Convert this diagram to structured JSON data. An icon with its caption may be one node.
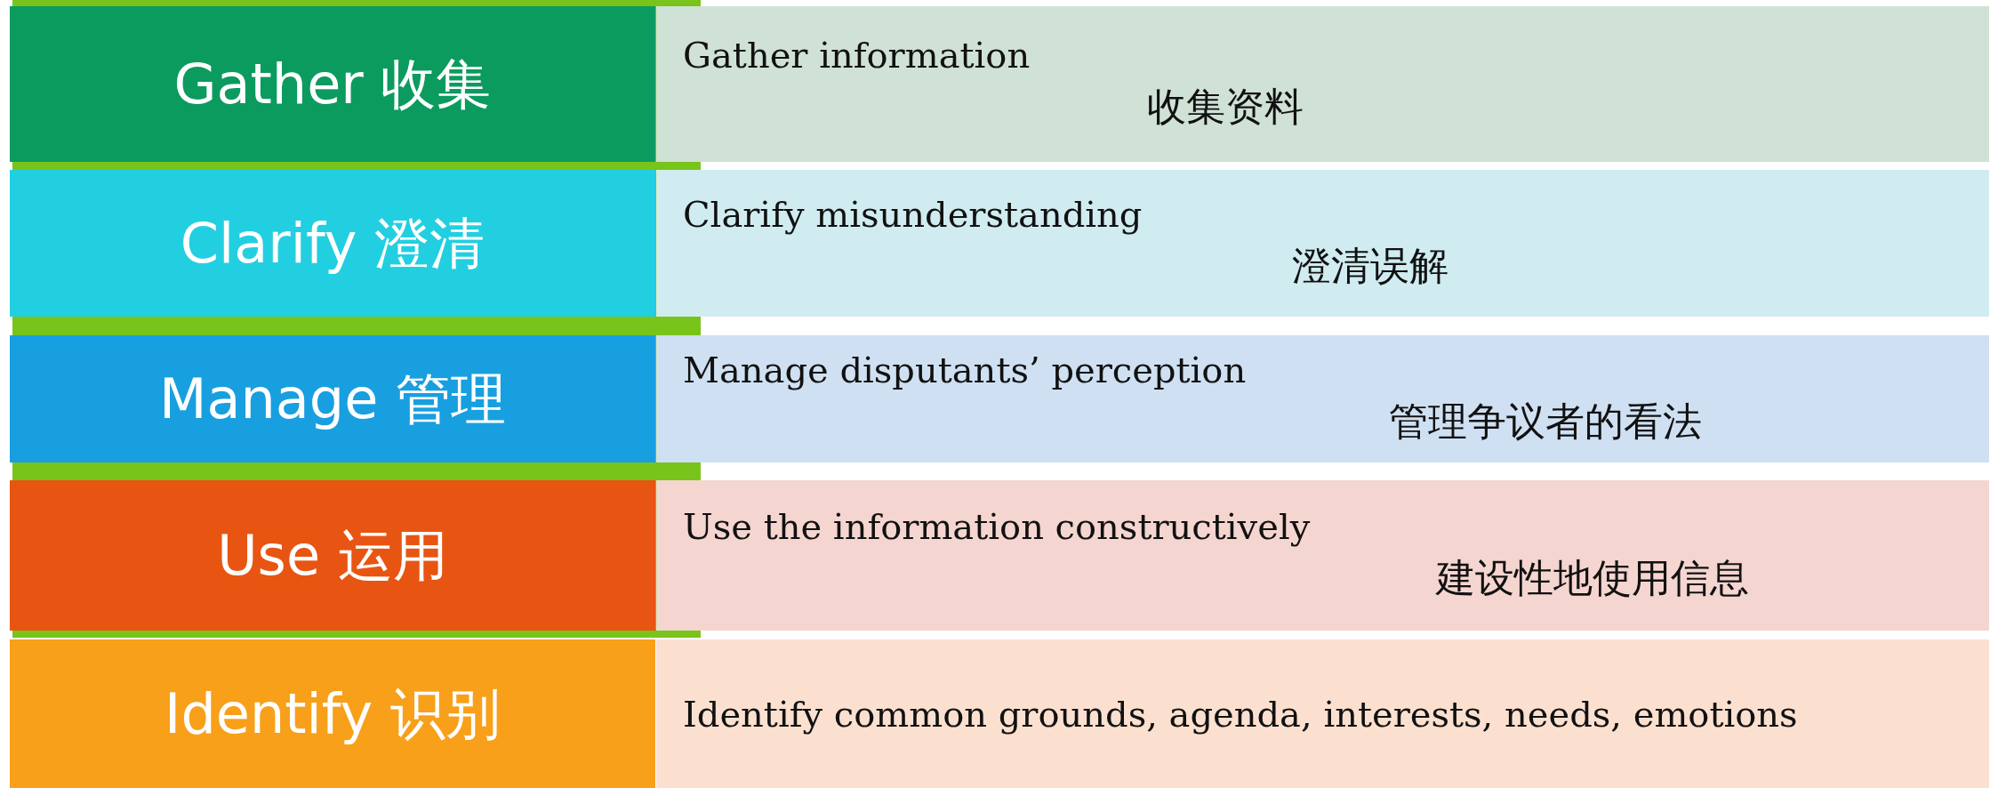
{
  "diagram": {
    "nodes": [
      {
        "text": [
          "Gather 收集"
        ]
      },
      {
        "text": [
          "Gather information",
          "收集资料"
        ]
      },
      {
        "text": [
          "Clarify 澄清"
        ]
      },
      {
        "text": [
          "Clarify misunderstanding",
          "澄清误解"
        ]
      },
      {
        "text": [
          "Manage 管理"
        ]
      },
      {
        "text": [
          "Manage disputants’ perception",
          "管理争议者的看法"
        ]
      },
      {
        "text": [
          "Use 运用"
        ]
      },
      {
        "text": [
          "Use the information constructively",
          "建设性地使用信息"
        ]
      },
      {
        "text": [
          "Identify 识别"
        ]
      },
      {
        "text": [
          "Identify common grounds, agenda, interests, needs, emotions"
        ]
      }
    ]
  }
}
